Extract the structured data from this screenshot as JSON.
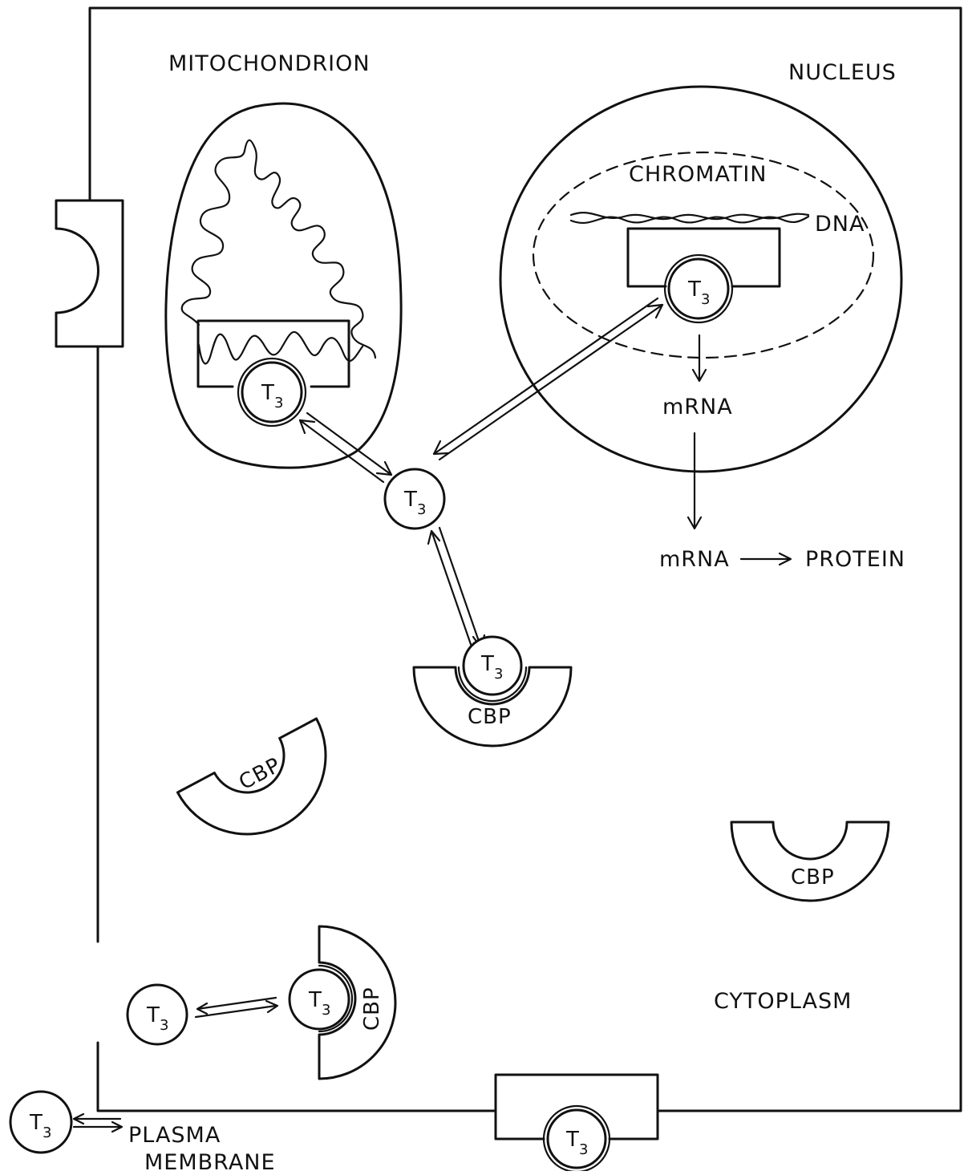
{
  "labels": {
    "mitochondrion": "MITOCHONDRION",
    "nucleus": "NUCLEUS",
    "chromatin": "CHROMATIN",
    "dna": "DNA",
    "mrna_nuclear": "mRNA",
    "mrna_cytoplasmic": "mRNA",
    "protein": "PROTEIN",
    "cytoplasm": "CYTOPLASM",
    "plasma_membrane_line1": "PLASMA",
    "plasma_membrane_line2": "MEMBRANE"
  },
  "hormone": {
    "letter": "T",
    "subscript": "3"
  },
  "binding_protein": "CBP"
}
